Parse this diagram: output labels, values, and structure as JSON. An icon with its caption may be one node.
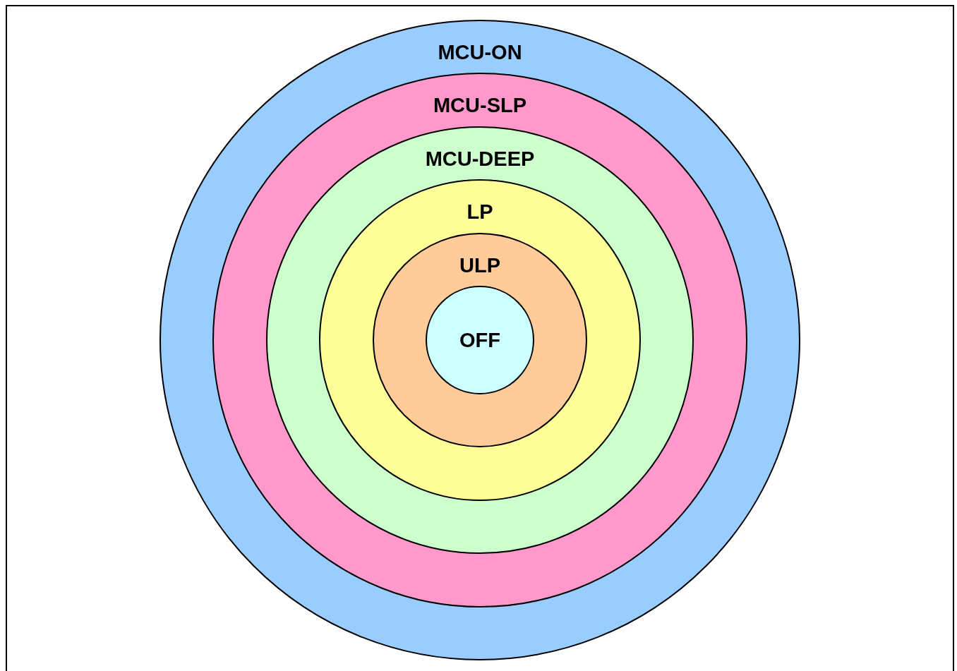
{
  "diagram": {
    "nodes": [
      {
        "text": [
          "MCU-ON"
        ]
      },
      {
        "text": [
          "MCU-SLP"
        ],
        "in": 0
      },
      {
        "text": [
          "MCU-DEEP"
        ],
        "in": 1
      },
      {
        "text": [
          "LP"
        ],
        "in": 2
      },
      {
        "text": [
          "ULP"
        ],
        "in": 3
      },
      {
        "text": [
          "OFF"
        ],
        "in": 4
      }
    ]
  }
}
